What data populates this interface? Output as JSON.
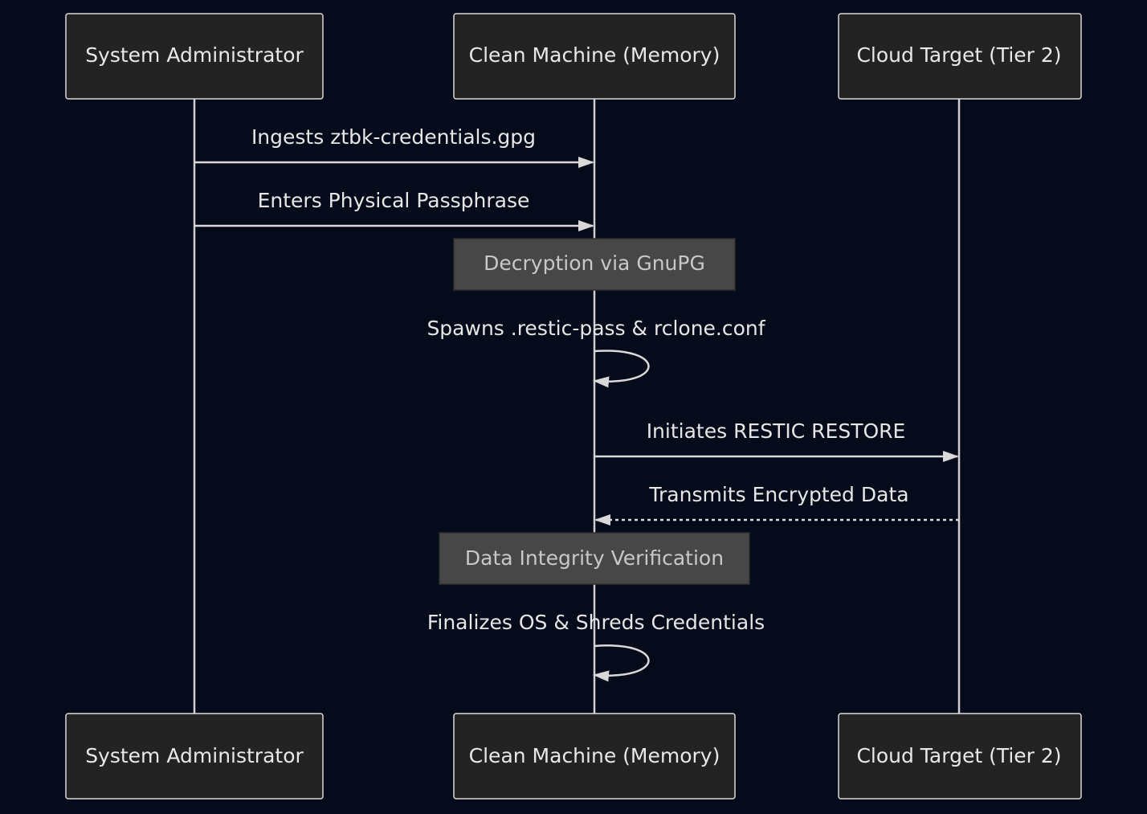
{
  "actors": [
    {
      "id": "admin",
      "label": "System Administrator"
    },
    {
      "id": "machine",
      "label": "Clean Machine (Memory)"
    },
    {
      "id": "cloud",
      "label": "Cloud Target (Tier 2)"
    }
  ],
  "messages": [
    {
      "from": "admin",
      "to": "machine",
      "label": "Ingests ztbk-credentials.gpg",
      "style": "solid"
    },
    {
      "from": "admin",
      "to": "machine",
      "label": "Enters Physical Passphrase",
      "style": "solid"
    },
    {
      "from": "machine",
      "to": "machine",
      "label": "Spawns .restic-pass & rclone.conf",
      "style": "solid"
    },
    {
      "from": "machine",
      "to": "cloud",
      "label": "Initiates RESTIC RESTORE",
      "style": "solid"
    },
    {
      "from": "cloud",
      "to": "machine",
      "label": "Transmits Encrypted Data",
      "style": "dashed"
    },
    {
      "from": "machine",
      "to": "machine",
      "label": "Finalizes OS & Shreds Credentials",
      "style": "solid"
    }
  ],
  "notes": [
    {
      "over": "machine",
      "label": "Decryption via GnuPG"
    },
    {
      "over": "machine",
      "label": "Data Integrity Verification"
    }
  ],
  "colors": {
    "background": "#050b1a",
    "actor_fill": "#232323",
    "line": "#d9d9d9",
    "note_fill": "#474747",
    "text": "#e6e6e6"
  }
}
